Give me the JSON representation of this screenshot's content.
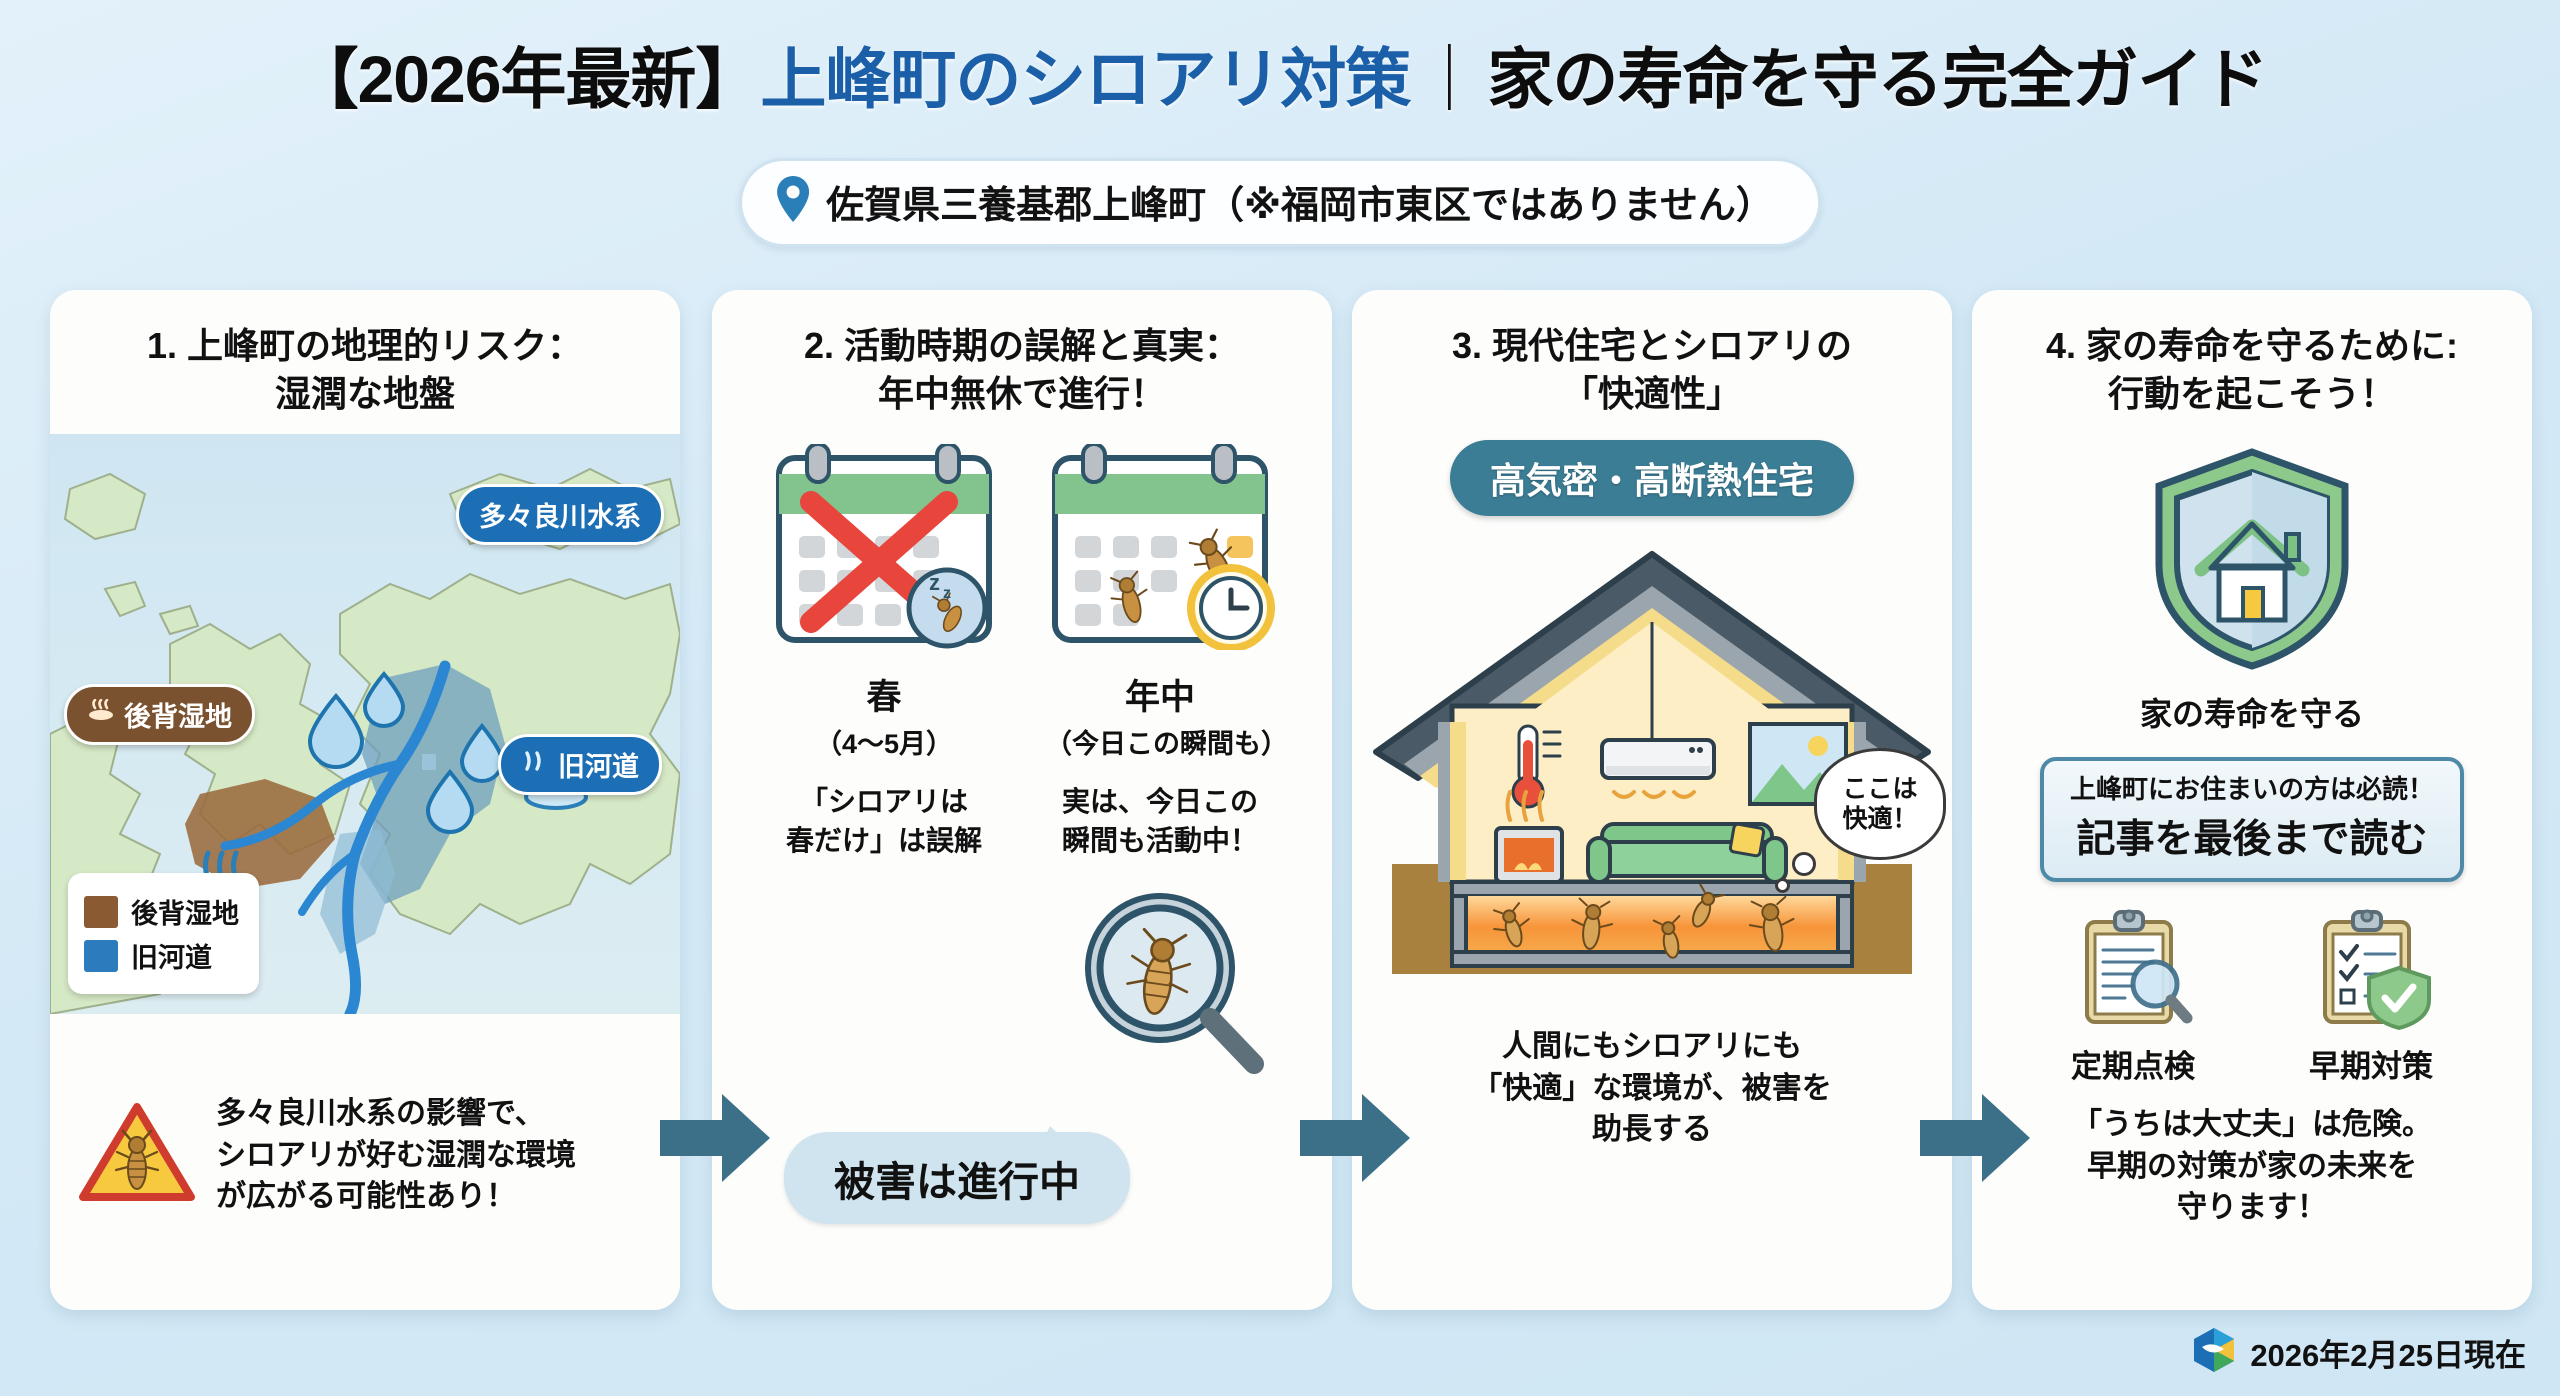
{
  "header": {
    "title_prefix": "【2026年最新】",
    "title_highlight": "上峰町のシロアリ対策",
    "title_divider": "｜",
    "title_suffix": "家の寿命を守る完全ガイド",
    "location_badge": "佐賀県三養基郡上峰町（※福岡市東区ではありません）",
    "pin_icon": "map-pin-icon"
  },
  "panels": [
    {
      "number": "1",
      "title": "1. 上峰町の地理的リスク：\n湿潤な地盤",
      "map": {
        "tag_river": "多々良川水系",
        "tag_wetland": "後背湿地",
        "tag_oldriver": "旧河道",
        "legend": [
          {
            "label": "後背湿地",
            "color": "#8a5a32"
          },
          {
            "label": "旧河道",
            "color": "#2b7bbd"
          }
        ]
      },
      "note": "多々良川水系の影響で、\nシロアリが好む湿潤な環境\nが広がる可能性あり！",
      "note_icon": "termite-warning-icon"
    },
    {
      "number": "2",
      "title": "2. 活動時期の誤解と真実：\n年中無休で進行！",
      "columns": [
        {
          "headline": "春",
          "sub": "（4〜5月）",
          "body": "「シロアリは\n春だけ」は誤解",
          "icon": "calendar-cross-sleeping-termite-icon"
        },
        {
          "headline": "年中",
          "sub": "（今日この瞬間も）",
          "body": "実は、今日この\n瞬間も活動中！",
          "icon": "calendar-active-termites-clock-icon"
        }
      ],
      "banner": "被害は進行中",
      "banner_icon": "magnifier-termite-icon"
    },
    {
      "number": "3",
      "title": "3. 現代住宅とシロアリの\n「快適性」",
      "badge": "高気密・高断熱住宅",
      "bubble": "ここは\n快適！",
      "note": "人間にもシロアリにも\n「快適」な環境が、被害を\n助長する",
      "house_icon": "insulated-house-cutaway-icon"
    },
    {
      "number": "4",
      "title": "4. 家の寿命を守るために:\n行動を起こそう！",
      "shield_label": "家の寿命を守る",
      "shield_icon": "shield-house-icon",
      "cta_small": "上峰町にお住まいの方は必読！",
      "cta_big": "記事を最後まで読む",
      "actions": [
        {
          "label": "定期点検",
          "icon": "clipboard-magnifier-icon"
        },
        {
          "label": "早期対策",
          "icon": "clipboard-check-shield-icon"
        }
      ],
      "note": "「うちは大丈夫」は危険。\n早期の対策が家の未来を\n守ります！"
    }
  ],
  "arrows": {
    "icon": "right-arrow-icon",
    "count": 3
  },
  "footer": {
    "date": "2026年2月25日現在",
    "icon": "hexagon-logo-icon"
  },
  "colors": {
    "accent_blue": "#1b5fa8",
    "tag_blue": "#1c6fb5",
    "tag_brown": "#7b5230",
    "arrow_teal": "#3c7089",
    "badge_teal": "#3b7d95",
    "background": "#d6eaf5"
  }
}
